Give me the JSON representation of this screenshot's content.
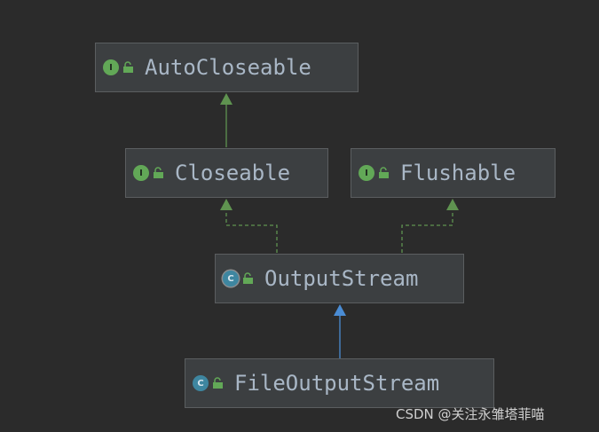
{
  "nodes": {
    "autocloseable": {
      "name": "AutoCloseable",
      "kind": "interface",
      "badge": "I"
    },
    "closeable": {
      "name": "Closeable",
      "kind": "interface",
      "badge": "I"
    },
    "flushable": {
      "name": "Flushable",
      "kind": "interface",
      "badge": "I"
    },
    "outputstream": {
      "name": "OutputStream",
      "kind": "abstract class",
      "badge": "C"
    },
    "fileoutputstream": {
      "name": "FileOutputStream",
      "kind": "class",
      "badge": "C"
    }
  },
  "edges": [
    {
      "from": "Closeable",
      "to": "AutoCloseable",
      "relation": "extends",
      "style": "solid",
      "color": "#5f9350"
    },
    {
      "from": "OutputStream",
      "to": "Closeable",
      "relation": "implements",
      "style": "dashed",
      "color": "#5f9350"
    },
    {
      "from": "OutputStream",
      "to": "Flushable",
      "relation": "implements",
      "style": "dashed",
      "color": "#5f9350"
    },
    {
      "from": "FileOutputStream",
      "to": "OutputStream",
      "relation": "extends",
      "style": "solid",
      "color": "#4a8cd4"
    }
  ],
  "colors": {
    "background": "#2b2b2b",
    "node_fill": "#3c3f41",
    "text": "#a9b7c6",
    "interface_badge": "#62a857",
    "class_badge": "#3e86a0"
  },
  "watermark": "CSDN @关注永雏塔菲喵"
}
